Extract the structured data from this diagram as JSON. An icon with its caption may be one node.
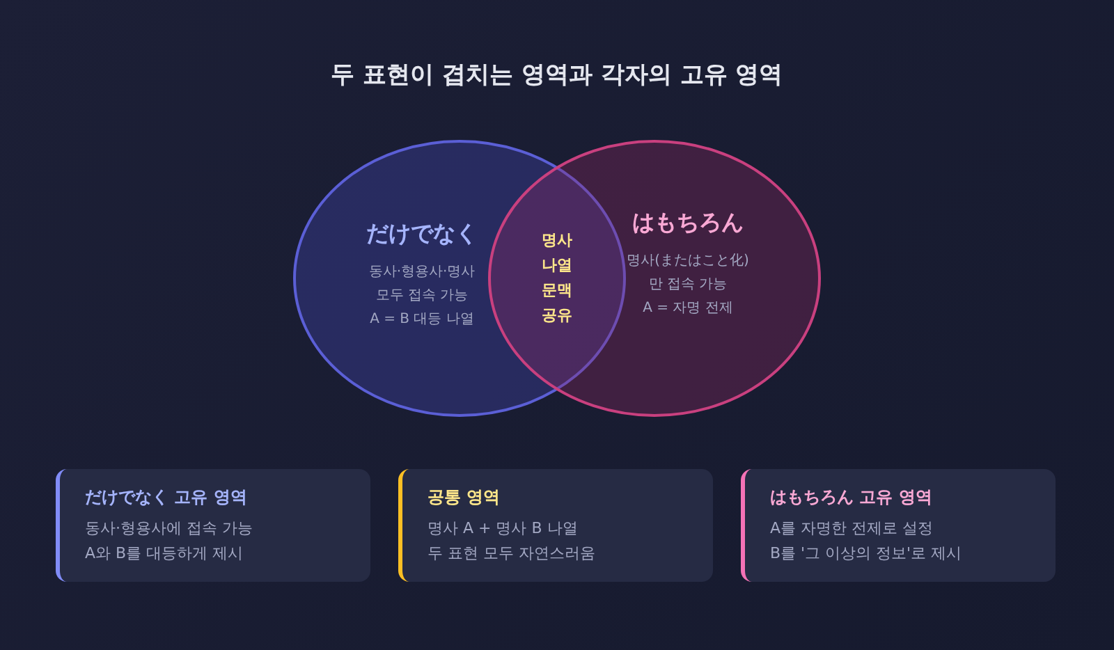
{
  "diagram": {
    "title": "두 표현이 겹치는 영역과 각자의 고유 영역",
    "nodes": [
      {
        "text": [
          "だけでなく",
          "동사·형용사·명사 모두 접속 가능",
          "A = B 대등 나열"
        ]
      },
      {
        "text": [
          "はもちろん",
          "명사(またはこと化) 만 접속 가능",
          "A = 자명 전제"
        ]
      },
      {
        "text": [
          "だけでなく 고유 영역",
          "동사·형용사에 접속 가능",
          "A와 B를 대등하게 제시"
        ]
      },
      {
        "text": [
          "공통 영역",
          "명사 A + 명사 B 나열",
          "두 표현 모두 자연스러움"
        ]
      },
      {
        "text": [
          "はもちろん 고유 영역",
          "A를 자명한 전제로 설정",
          "B를 '그 이상의 정보'로 제시"
        ]
      }
    ],
    "labels": [
      "명사 나열 문맥 공유"
    ]
  }
}
